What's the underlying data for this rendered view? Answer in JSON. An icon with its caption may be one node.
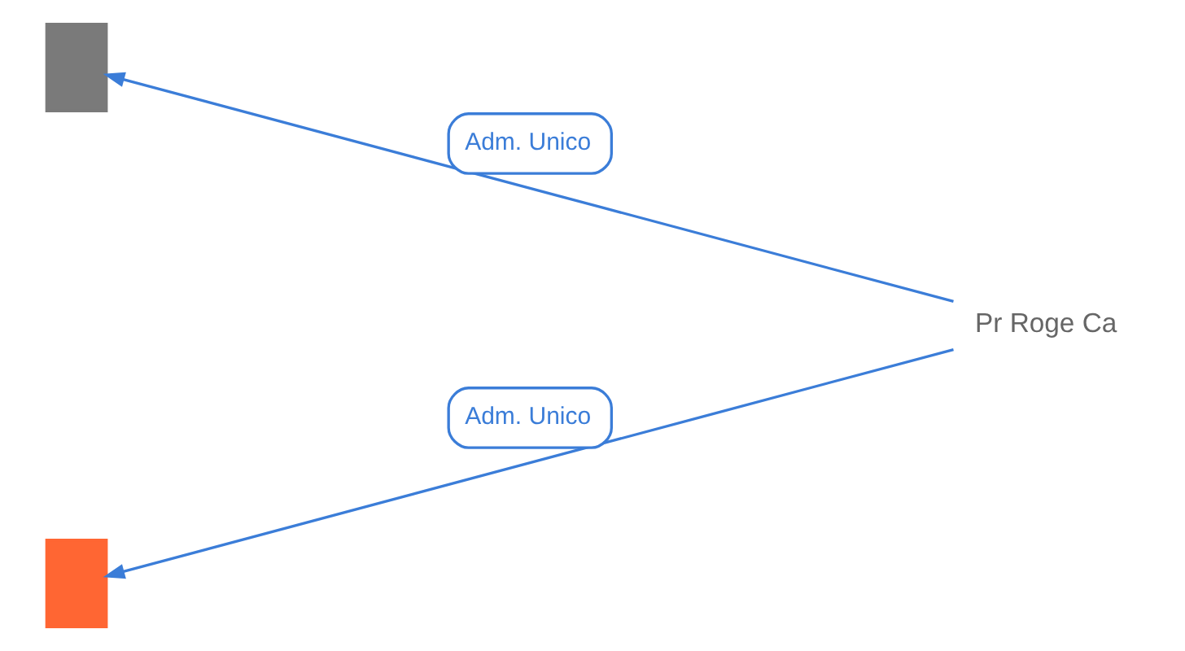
{
  "diagram": {
    "nodes": [
      {
        "text": [],
        "shape": "building"
      },
      {
        "text": [
          "Pr Roge Ca"
        ]
      },
      {
        "text": [],
        "shape": "building"
      }
    ],
    "edges": [
      {
        "from": 1,
        "to": 0,
        "arrow": "to",
        "label": "Adm. Unico"
      },
      {
        "from": 1,
        "to": 2,
        "arrow": "to",
        "label": "Adm. Unico"
      }
    ]
  }
}
